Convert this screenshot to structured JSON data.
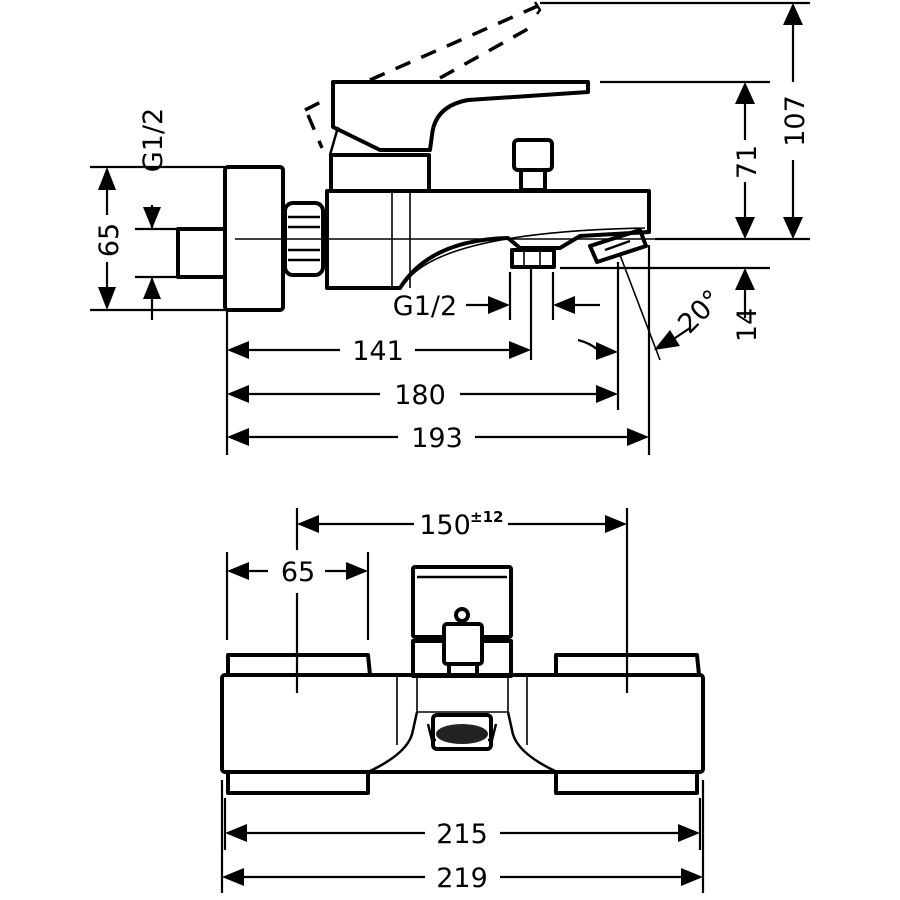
{
  "drawing": {
    "title": "Bath mixer dimension drawing",
    "side_view": {
      "labels": {
        "thread_inlet": "G1/2",
        "thread_outlet": "G1/2",
        "height_65": "65",
        "height_71": "71",
        "height_107": "107",
        "height_14": "14",
        "angle": "20°",
        "len_141": "141",
        "len_180": "180",
        "len_193": "193"
      }
    },
    "top_view": {
      "labels": {
        "spacing": "150",
        "spacing_tol": "±12",
        "width_65": "65",
        "width_215": "215",
        "width_219": "219"
      }
    },
    "line_color": "#000000",
    "background_color": "#ffffff"
  }
}
